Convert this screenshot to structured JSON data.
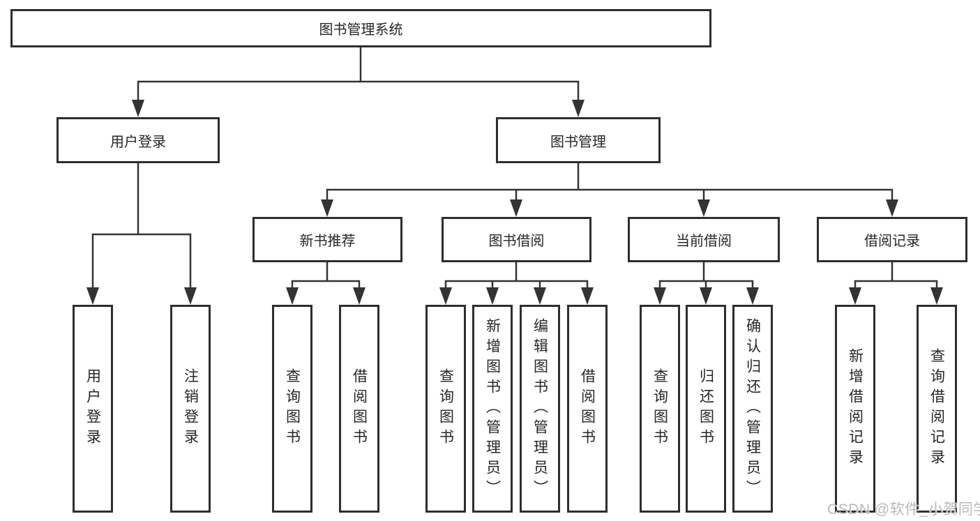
{
  "colors": {
    "background": "#ffffff",
    "line": "#333333",
    "box_border": "#2e2e2e",
    "text": "#262626",
    "watermark": "#b9b9b9"
  },
  "tree": {
    "root": {
      "label": "图书管理系统"
    },
    "children": [
      {
        "label": "用户登录",
        "children": [
          {
            "label": "用户登录"
          },
          {
            "label": "注销登录"
          }
        ]
      },
      {
        "label": "图书管理",
        "children": [
          {
            "label": "新书推荐",
            "children": [
              {
                "label": "查询图书"
              },
              {
                "label": "借阅图书"
              }
            ]
          },
          {
            "label": "图书借阅",
            "children": [
              {
                "label": "查询图书"
              },
              {
                "label": "新增图书（管理员）"
              },
              {
                "label": "编辑图书（管理员）"
              },
              {
                "label": "借阅图书"
              }
            ]
          },
          {
            "label": "当前借阅",
            "children": [
              {
                "label": "查询图书"
              },
              {
                "label": "归还图书"
              },
              {
                "label": "确认归还（管理员）"
              }
            ]
          },
          {
            "label": "借阅记录",
            "children": [
              {
                "label": "新增借阅记录"
              },
              {
                "label": "查询借阅记录"
              }
            ]
          }
        ]
      }
    ]
  },
  "watermark": {
    "text": "CSDN @软件_小贺同学"
  }
}
